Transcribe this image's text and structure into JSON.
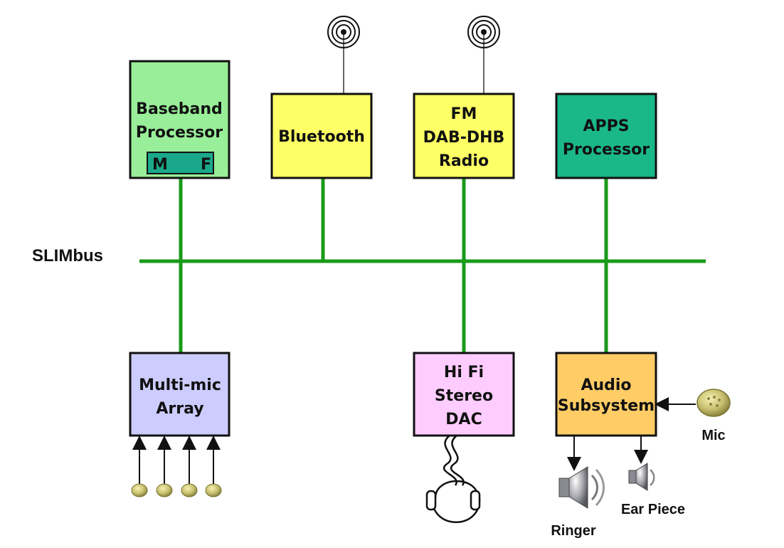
{
  "bus_label": "SLIMbus",
  "boxes": {
    "baseband": {
      "line1": "Baseband",
      "line2": "Processor",
      "sub_m": "M",
      "sub_f": "F"
    },
    "bluetooth": {
      "line1": "Bluetooth"
    },
    "radio": {
      "line1": "FM",
      "line2": "DAB-DHB",
      "line3": "Radio"
    },
    "apps": {
      "line1": "APPS",
      "line2": "Processor"
    },
    "multimic": {
      "line1": "Multi-mic",
      "line2": "Array"
    },
    "dac": {
      "line1": "Hi Fi",
      "line2": "Stereo",
      "line3": "DAC"
    },
    "audio": {
      "line1": "Audio",
      "line2": "Subsystem"
    }
  },
  "peripherals": {
    "mic": "Mic",
    "ringer": "Ringer",
    "earpiece": "Ear Piece"
  },
  "colors": {
    "bus_green": "#1a9a1a",
    "baseband_fill": "#99ee99",
    "sub_fill": "#1aa88a",
    "bluetooth_fill": "#ffff66",
    "radio_fill": "#ffff66",
    "apps_fill": "#1ab888",
    "multimic_fill": "#ccccff",
    "dac_fill": "#ffccff",
    "audio_fill": "#ffcc66"
  }
}
